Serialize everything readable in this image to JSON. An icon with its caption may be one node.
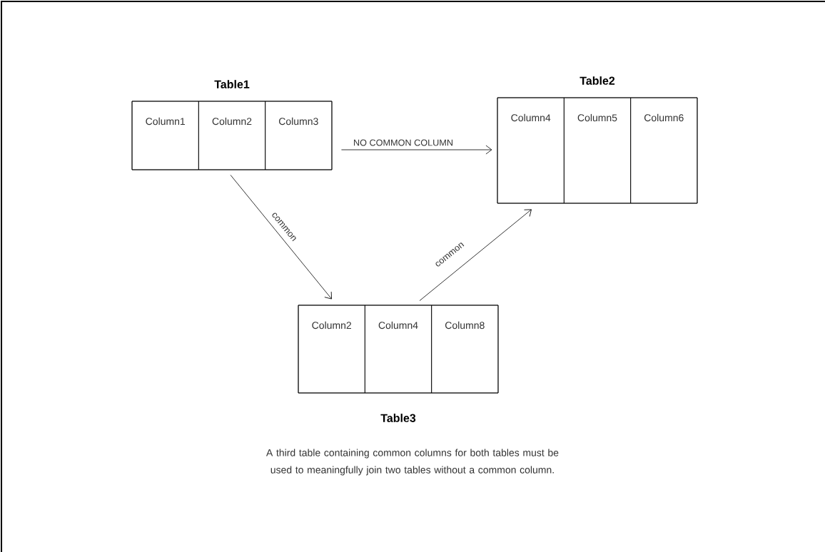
{
  "diagram": {
    "caption": "A third table containing common columns for both tables must be used to meaningfully join two tables without a common column.",
    "nodes": [
      {
        "text": [
          "Table1"
        ]
      },
      {
        "text": [
          "Column1"
        ],
        "in": 0
      },
      {
        "text": [
          "Column2"
        ],
        "in": 0
      },
      {
        "text": [
          "Column3"
        ],
        "in": 0
      },
      {
        "text": [
          "Table2"
        ]
      },
      {
        "text": [
          "Column4"
        ],
        "in": 4
      },
      {
        "text": [
          "Column5"
        ],
        "in": 4
      },
      {
        "text": [
          "Column6"
        ],
        "in": 4
      },
      {
        "text": [
          "Table3"
        ]
      },
      {
        "text": [
          "Column2"
        ],
        "in": 8
      },
      {
        "text": [
          "Column4"
        ],
        "in": 8
      },
      {
        "text": [
          "Column8"
        ],
        "in": 8
      }
    ],
    "edges": [
      {
        "from": 0,
        "to": 4,
        "arrow": "to",
        "label": "NO COMMON COLUMN"
      },
      {
        "from": 0,
        "to": 8,
        "arrow": "to",
        "label": "common"
      },
      {
        "from": 8,
        "to": 4,
        "arrow": "to",
        "label": "common"
      }
    ]
  }
}
